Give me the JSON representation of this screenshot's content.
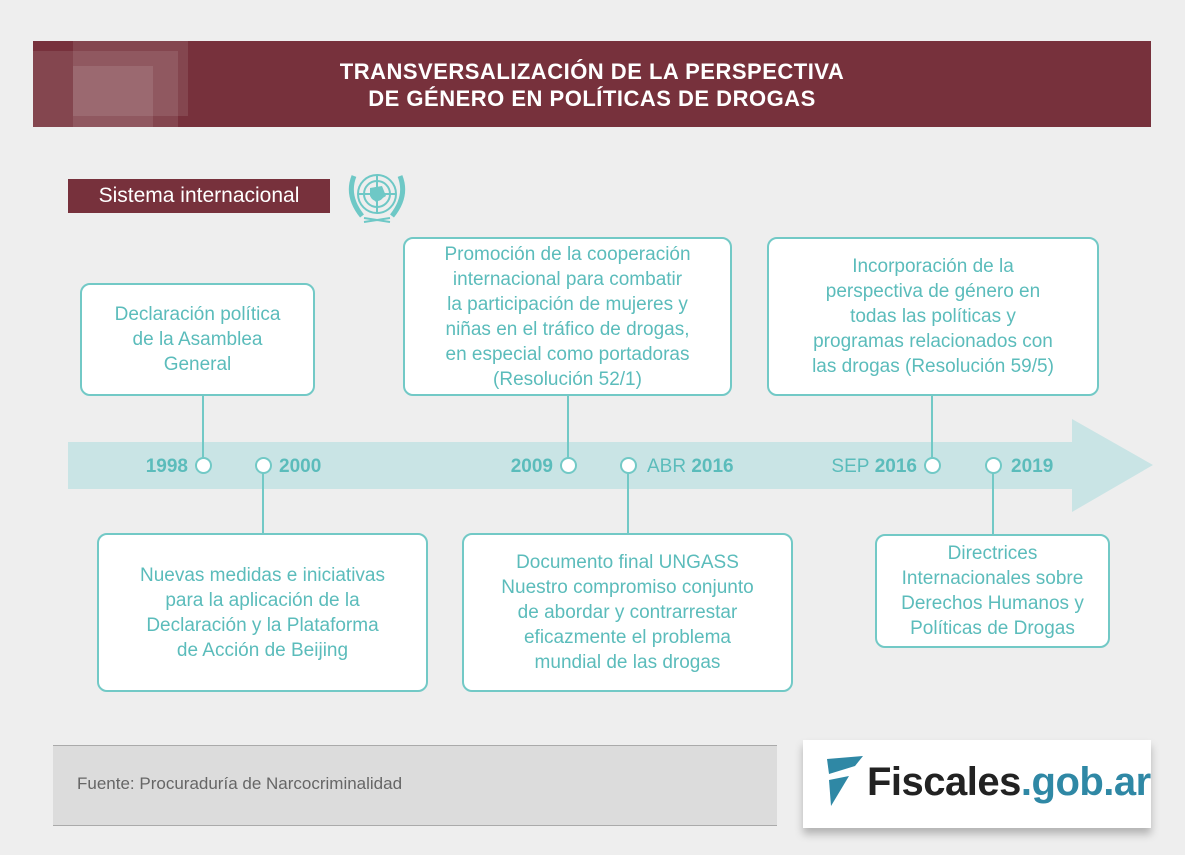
{
  "header": {
    "title_line1": "TRANSVERSALIZACIÓN DE LA PERSPECTIVA",
    "title_line2": "DE GÉNERO EN POLÍTICAS DE DROGAS"
  },
  "section_label": "Sistema internacional",
  "colors": {
    "brand": "#77313c",
    "teal": "#72c9c6",
    "band": "#c9e4e5",
    "logo_blue": "#2f88a5"
  },
  "events": [
    {
      "year": "1998",
      "month": "",
      "text": "Declaración política\nde la Asamblea\nGeneral"
    },
    {
      "year": "2000",
      "month": "",
      "text": "Nuevas medidas e iniciativas\npara la aplicación de la\nDeclaración y la Plataforma\nde Acción de Beijing"
    },
    {
      "year": "2009",
      "month": "",
      "text": "Promoción de la cooperación\ninternacional para combatir\nla participación de mujeres y\nniñas en el tráfico de drogas,\nen especial como portadoras\n(Resolución 52/1)"
    },
    {
      "year": "2016",
      "month": "ABR",
      "text": "Documento final UNGASS\nNuestro compromiso conjunto\nde abordar y contrarrestar\neficazmente el problema\nmundial de las drogas"
    },
    {
      "year": "2016",
      "month": "SEP",
      "text": "Incorporación de la\nperspectiva de género en\ntodas las políticas y\nprogramas relacionados con\nlas drogas (Resolución 59/5)"
    },
    {
      "year": "2019",
      "month": "",
      "text": "Directrices\nInternacionales sobre\nDerechos Humanos y\nPolíticas de Drogas"
    }
  ],
  "footer": {
    "source": "Fuente: Procuraduría de Narcocriminalidad"
  },
  "logo": {
    "main": "Fiscales",
    "suffix": ".gob.ar"
  }
}
